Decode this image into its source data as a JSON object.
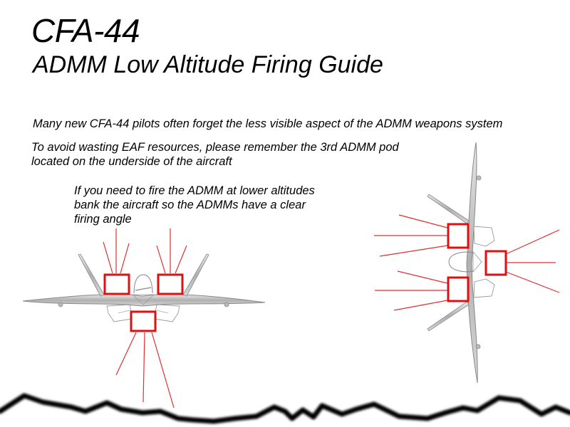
{
  "document": {
    "title": "CFA-44",
    "subtitle": "ADMM Low Altitude Firing Guide",
    "notes": {
      "line1": "Many new CFA-44 pilots often forget the less visible aspect of the ADMM weapons system",
      "line2a": "To avoid wasting EAF resources, please remember the 3rd ADMM pod",
      "line2b": "located on the underside of the aircraft",
      "line3a": "If you need to fire the ADMM at lower altitudes",
      "line3b": "bank the aircraft so the ADMMs have a clear",
      "line3c": "firing angle"
    }
  },
  "diagram": {
    "aircraft_front_view": {
      "pods": 3,
      "pod_labels": [
        "left-wing-pod",
        "right-wing-pod",
        "underside-pod"
      ]
    },
    "aircraft_banked_view": {
      "pods": 3,
      "pod_labels": [
        "upper-pod",
        "underside-pod",
        "lower-pod"
      ]
    },
    "colors": {
      "pod_highlight": "#dd1111",
      "firing_line": "#e03030",
      "aircraft": "#9a9a9a",
      "terrain": "#000000"
    }
  }
}
